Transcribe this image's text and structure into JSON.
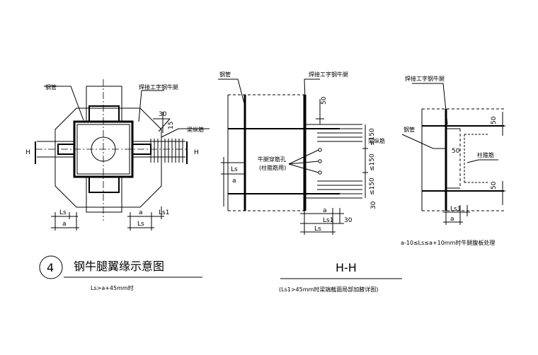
{
  "drawing": {
    "detail_number": "4",
    "left": {
      "title": "钢牛腿翼缘示意图",
      "subtitle": "Ls>a+45mm时",
      "labels": {
        "steel_pipe": "钢管",
        "welded_i_corbel": "焊接工字钢牛腿",
        "beam_rebar": "梁纵筋",
        "section_h": "H",
        "dim_30": "30",
        "dim_15": "15",
        "dim_ls": "Ls",
        "dim_a": "a",
        "dim_ls1": "Ls1"
      }
    },
    "middle": {
      "title": "H-H",
      "subtitle": "(Ls1>45mm时梁端截面局部加腋详图)",
      "labels": {
        "steel_pipe": "钢管",
        "welded_i_corbel": "焊接工字钢牛腿",
        "beam_rebar": "梁纵筋",
        "web_hole": "牛腿穿筋孔",
        "web_hole_note": "(柱箍筋用)",
        "dim_50": "50",
        "dim_150_a": "≤150",
        "dim_150_b": "≤150",
        "dim_150_c": "≤150",
        "dim_30": "30",
        "dim_ls": "Ls",
        "dim_a": "a",
        "dim_ls1": "Ls1"
      }
    },
    "right": {
      "note": "a-10≤Ls≤a+10mm时牛腿腹板处理",
      "labels": {
        "welded_i_corbel": "焊接工字钢牛腿",
        "steel_pipe": "钢管",
        "col_stirrup": "柱箍筋",
        "dim_50_a": "50",
        "dim_50_b": "50",
        "dim_50_c": "50",
        "dim_ls1": "Ls1",
        "dim_a": "a"
      }
    }
  }
}
